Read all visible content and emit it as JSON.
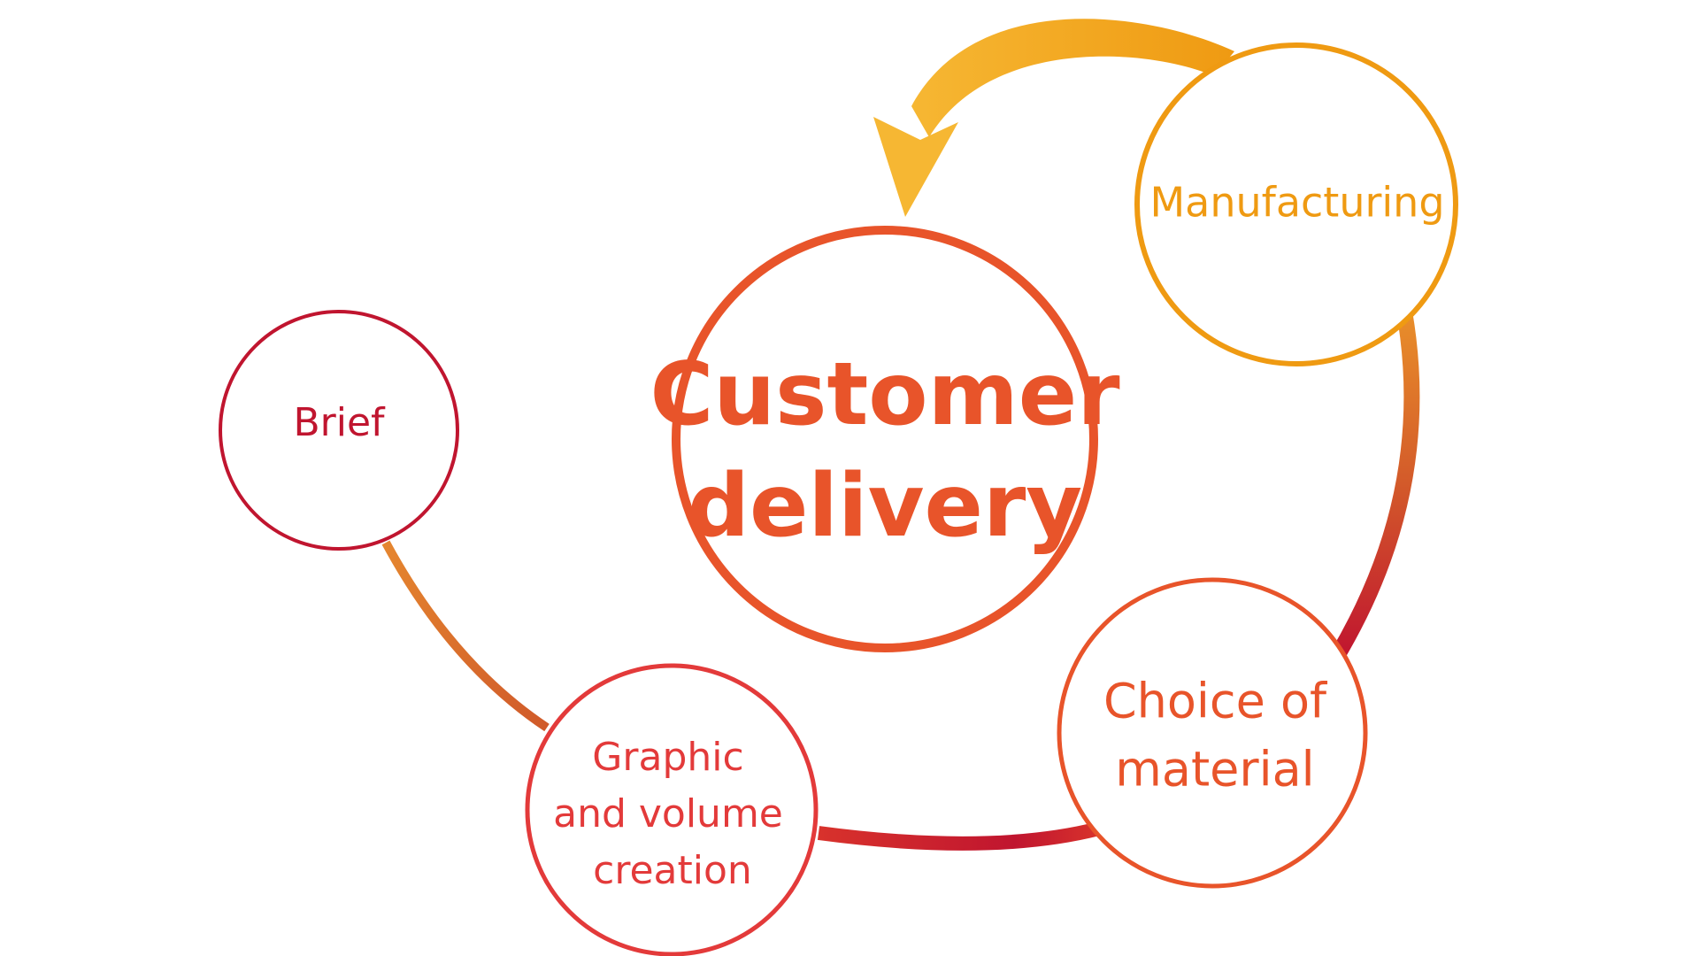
{
  "colors": {
    "brief": "#c0152f",
    "graphic": "#e33a3a",
    "choice": "#e8542a",
    "manufacturing": "#ef9a12",
    "center": "#e8542a",
    "arrow_gold": "#f6b733",
    "arrow_orange": "#ef9a12",
    "connector_red": "#c0152f",
    "connector_orange": "#e0752e"
  },
  "nodes": {
    "brief": {
      "label": "Brief"
    },
    "graphic": {
      "lines": [
        "Graphic",
        "and volume",
        "creation"
      ]
    },
    "choice": {
      "lines": [
        "Choice of",
        "material"
      ]
    },
    "manufacturing": {
      "label": "Manufacturing"
    },
    "center": {
      "lines": [
        "Customer",
        "delivery"
      ]
    }
  }
}
